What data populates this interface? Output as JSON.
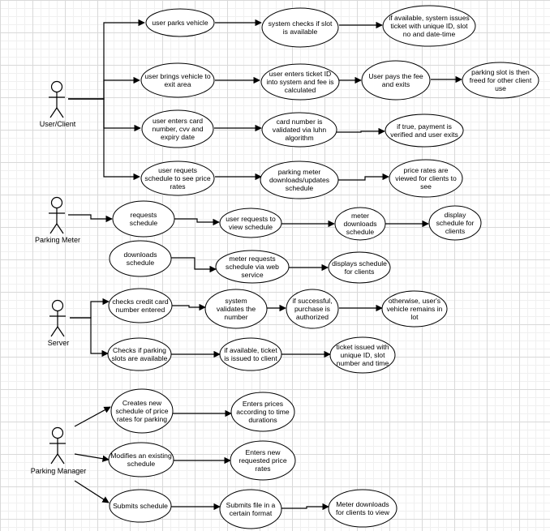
{
  "actors": [
    {
      "id": "user",
      "label": "User/Client"
    },
    {
      "id": "meter",
      "label": "Parking Meter"
    },
    {
      "id": "server",
      "label": "Server"
    },
    {
      "id": "manager",
      "label": "Parking Manager"
    }
  ],
  "use_cases": [
    {
      "id": "u1",
      "lines": [
        "user parks vehicle"
      ]
    },
    {
      "id": "u2",
      "lines": [
        "system checks if slot",
        "is available"
      ]
    },
    {
      "id": "u3",
      "lines": [
        "if available, system issues",
        "ticket with unique ID, slot",
        "no and date-time"
      ]
    },
    {
      "id": "u4",
      "lines": [
        "user brings vehicle to",
        "exit area"
      ]
    },
    {
      "id": "u5",
      "lines": [
        "user enters ticket ID",
        "into system and fee is",
        "calculated"
      ]
    },
    {
      "id": "u6",
      "lines": [
        "User pays the fee",
        "and exits"
      ]
    },
    {
      "id": "u7",
      "lines": [
        "parking slot is then",
        "freed for other client",
        "use"
      ]
    },
    {
      "id": "u8",
      "lines": [
        "user enters card",
        "number, cvv and",
        "expiry date"
      ]
    },
    {
      "id": "u9",
      "lines": [
        "card number is",
        "validated via luhn",
        "algorithm"
      ]
    },
    {
      "id": "u10",
      "lines": [
        "if true, payment is",
        "verified and user exits"
      ]
    },
    {
      "id": "u11",
      "lines": [
        "user requets",
        "schedule to see price",
        "rates"
      ]
    },
    {
      "id": "u12",
      "lines": [
        "parking meter",
        "downloads/updates",
        "schedule"
      ]
    },
    {
      "id": "u13",
      "lines": [
        "price rates are",
        "viewed for clients to",
        "see"
      ]
    },
    {
      "id": "m1",
      "lines": [
        "requests",
        "schedule"
      ]
    },
    {
      "id": "m2",
      "lines": [
        "user requests to",
        "view schedule"
      ]
    },
    {
      "id": "m3",
      "lines": [
        "meter",
        "downloads",
        "schedule"
      ]
    },
    {
      "id": "m4",
      "lines": [
        "display",
        "schedule for",
        "clients"
      ]
    },
    {
      "id": "m5",
      "lines": [
        "downloads",
        "schedule"
      ]
    },
    {
      "id": "m6",
      "lines": [
        "meter requests",
        "schedule via web",
        "service"
      ]
    },
    {
      "id": "m7",
      "lines": [
        "displays schedule",
        "for clients"
      ]
    },
    {
      "id": "s1",
      "lines": [
        "checks credit card",
        "number entered"
      ]
    },
    {
      "id": "s2",
      "lines": [
        "system",
        "validates the",
        "number"
      ]
    },
    {
      "id": "s3",
      "lines": [
        "if successful,",
        "purchase is",
        "authorized"
      ]
    },
    {
      "id": "s4",
      "lines": [
        "otherwise, user's",
        "vehicle remains in",
        "lot"
      ]
    },
    {
      "id": "s5",
      "lines": [
        "Checks if parking",
        "slots are available"
      ]
    },
    {
      "id": "s6",
      "lines": [
        "if available, ticket",
        "is issued to client"
      ]
    },
    {
      "id": "s7",
      "lines": [
        "ticket issued with",
        "unique ID, slot",
        "number and time"
      ]
    },
    {
      "id": "p1",
      "lines": [
        "Creates new",
        "schedule of price",
        "rates for parking"
      ]
    },
    {
      "id": "p2",
      "lines": [
        "Enters prices",
        "according to time",
        "durations"
      ]
    },
    {
      "id": "p3",
      "lines": [
        "Modifies an existing",
        "schedule"
      ]
    },
    {
      "id": "p4",
      "lines": [
        "Enters new",
        "requested price",
        "rates"
      ]
    },
    {
      "id": "p5",
      "lines": [
        "Submits schedule"
      ]
    },
    {
      "id": "p6",
      "lines": [
        "Submits file in a",
        "certain format"
      ]
    },
    {
      "id": "p7",
      "lines": [
        "Meter downloads",
        "for clients to view"
      ]
    }
  ]
}
